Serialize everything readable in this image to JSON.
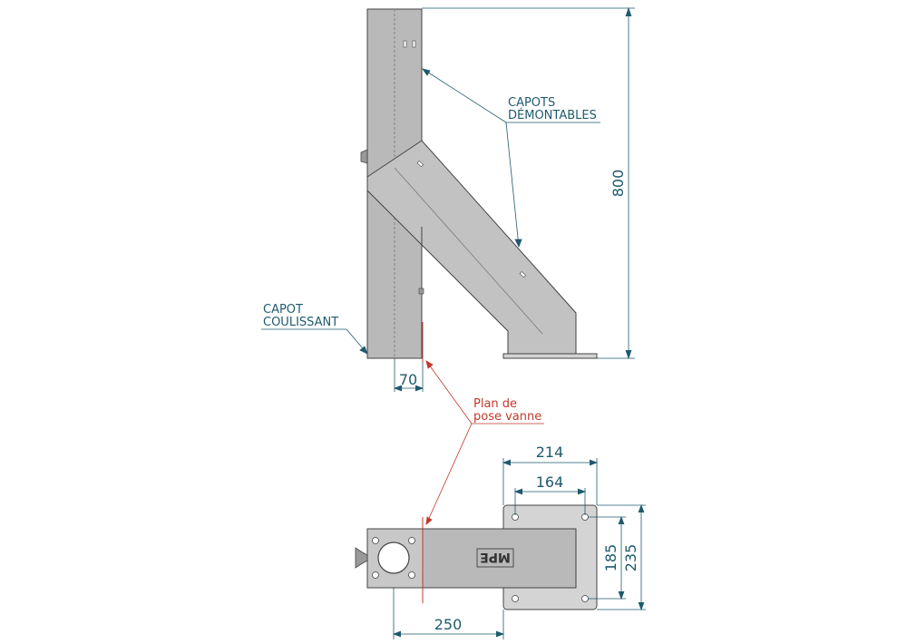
{
  "colors": {
    "dimension": "#1f5a6e",
    "annotation_red": "#c0392b",
    "part_fill": "#b9b9b9",
    "part_stroke": "#444444",
    "plate_fill": "#d4d4d4"
  },
  "dimensions": {
    "height": "800",
    "offset": "70",
    "width_outer": "214",
    "width_inner": "164",
    "depth_inner": "185",
    "depth_outer": "235",
    "length": "250"
  },
  "labels": {
    "capots_line1": "CAPOTS",
    "capots_line2": "DÉMONTABLES",
    "capot_line1": "CAPOT",
    "capot_line2": "COULISSANT",
    "plan_line1": "Plan de",
    "plan_line2": "pose vanne"
  },
  "logo_text": "MPE"
}
